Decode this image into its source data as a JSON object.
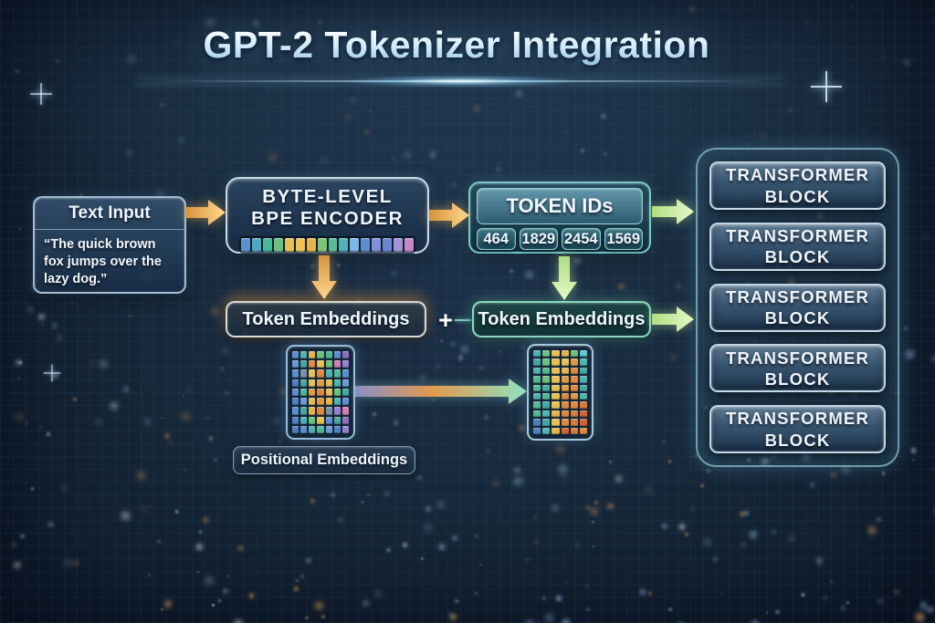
{
  "title": "GPT-2 Tokenizer Integration",
  "text_input": {
    "heading": "Text Input",
    "quote": "“The quick brown fox jumps over the lazy dog.”"
  },
  "bpe_encoder": {
    "line1": "BYTE-LEVEL",
    "line2": "BPE ENCODER",
    "token_strip_colors": [
      "#5b8fd0",
      "#4fa8c0",
      "#45b89a",
      "#6cc27a",
      "#e8c052",
      "#f0c452",
      "#e8b54a",
      "#7ac47a",
      "#58bd96",
      "#4fb3b8",
      "#7ab8e8",
      "#5b8fd0",
      "#7f90d8",
      "#6b86d0",
      "#a392d8",
      "#c488c8"
    ]
  },
  "token_ids": {
    "heading": "TOKEN IDs",
    "ids": [
      "464",
      "1829",
      "2454",
      "1569"
    ]
  },
  "token_embeddings_left": "Token Embeddings",
  "plus_sign": "+",
  "token_embeddings_right": "Token Embeddings",
  "positional_embeddings_label": "Positional Embeddings",
  "positional_grid": {
    "rows": [
      [
        "#5b8fd0",
        "#4fb3b0",
        "#e8b54a",
        "#6cc27a",
        "#52b894",
        "#5b8fd0",
        "#8f6fc0"
      ],
      [
        "#6b9ad6",
        "#45a8a0",
        "#e0883d",
        "#e8c052",
        "#6cc27a",
        "#d07fb0",
        "#9a7fd0"
      ],
      [
        "#5b8fd0",
        "#7a8fa8",
        "#e8c052",
        "#e0883d",
        "#4fb3b0",
        "#52b894",
        "#5b8fd0"
      ],
      [
        "#4f7fc0",
        "#45a8a0",
        "#e8c052",
        "#e09a40",
        "#e8c052",
        "#4fb3b0",
        "#6b9ad6"
      ],
      [
        "#5b8fd0",
        "#52b894",
        "#e09a40",
        "#e0883d",
        "#e8c052",
        "#6cc27a",
        "#45a8a0"
      ],
      [
        "#4f7fc0",
        "#6b9ad6",
        "#e8c052",
        "#e09a40",
        "#e8b54a",
        "#4fb3b0",
        "#5b8fd0"
      ],
      [
        "#5b8fd0",
        "#45a8a0",
        "#e8b54a",
        "#e0883d",
        "#7a8fa8",
        "#9a7fd0",
        "#d07fb0"
      ],
      [
        "#4f7fc0",
        "#4fb3b0",
        "#6cc27a",
        "#e8c052",
        "#5b8fd0",
        "#45a8a0",
        "#8f6fc0"
      ],
      [
        "#4f7fc0",
        "#5b8fd0",
        "#4fb3b0",
        "#52b894",
        "#6b9ad6",
        "#4f7fc0",
        "#9a7fd0"
      ]
    ]
  },
  "summed_grid": {
    "rows": [
      [
        "#4fb3b0",
        "#6cc27a",
        "#e8c052",
        "#e8b54a",
        "#6cc27a",
        "#5bc8d0"
      ],
      [
        "#45a8a0",
        "#6cc27a",
        "#e8c052",
        "#e8c052",
        "#e09a40",
        "#4fb3b0"
      ],
      [
        "#4fb3b0",
        "#52b894",
        "#e8c052",
        "#e8b54a",
        "#e0883d",
        "#45a8a0"
      ],
      [
        "#52b894",
        "#6cc27a",
        "#e8c052",
        "#e09a40",
        "#e0883d",
        "#4fb3b0"
      ],
      [
        "#52b894",
        "#45a8a0",
        "#e8c052",
        "#e09a40",
        "#e0883d",
        "#45a8a0"
      ],
      [
        "#4fb3b0",
        "#52b894",
        "#e8c052",
        "#e0883d",
        "#e09a40",
        "#4fb3b0"
      ],
      [
        "#52b894",
        "#45a8a0",
        "#e8c052",
        "#e0883d",
        "#e0883d",
        "#d97a35"
      ],
      [
        "#52b894",
        "#4fb3b0",
        "#e8b54a",
        "#e0883d",
        "#d97a35",
        "#d4632e"
      ],
      [
        "#4f7fc0",
        "#45a8a0",
        "#e8c052",
        "#e0883d",
        "#d97a35",
        "#d4632e"
      ],
      [
        "#4f7fc0",
        "#4fb3b0",
        "#e8b54a",
        "#d4632e",
        "#d97a35",
        "#e0883d"
      ]
    ]
  },
  "transformer_stack": {
    "blocks": [
      "TRANSFORMER BLOCK",
      "TRANSFORMER BLOCK",
      "TRANSFORMER BLOCK",
      "TRANSFORMER BLOCK",
      "TRANSFORMER BLOCK"
    ]
  },
  "colors": {
    "background": "#15263a",
    "title": "#dff0fc",
    "orange_arrow_start": "#d8923c",
    "orange_arrow_end": "#ffd98e",
    "green_arrow_start": "#aede82",
    "green_arrow_end": "#e6f9c8",
    "teal_accent": "#7fd4d4",
    "blend_arrow_start": "#8a8fc8",
    "blend_arrow_mid": "#e29a4d",
    "blend_arrow_end": "#8fe2c0"
  }
}
